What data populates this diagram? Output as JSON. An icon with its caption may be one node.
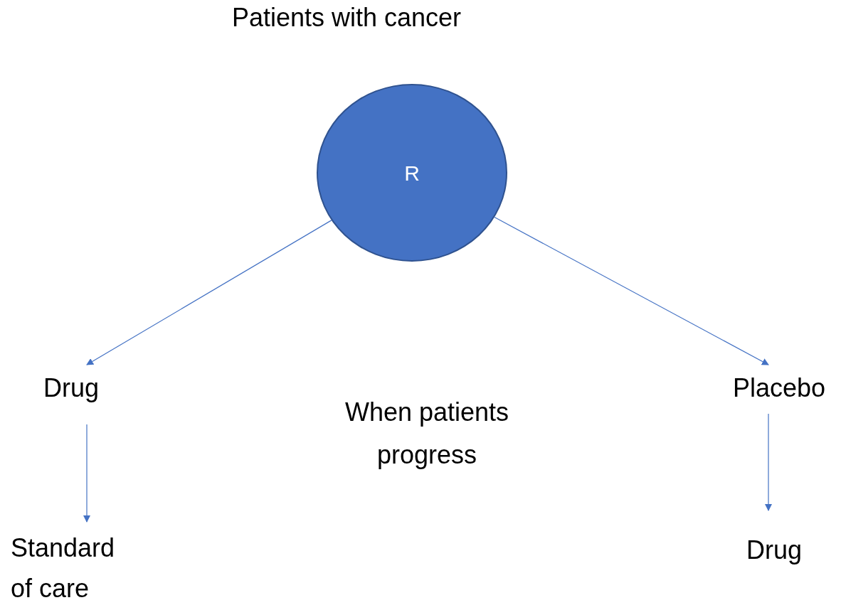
{
  "diagram": {
    "title": "Patients with cancer",
    "nodes": [
      {
        "text": [
          "R"
        ]
      },
      {
        "text": [
          "Drug"
        ]
      },
      {
        "text": [
          "Placebo"
        ]
      },
      {
        "text": [
          "Standard of care"
        ]
      },
      {
        "text": [
          "Drug"
        ]
      }
    ],
    "edges": [
      {
        "from": 0,
        "to": 1,
        "arrow": "to"
      },
      {
        "from": 0,
        "to": 2,
        "arrow": "to"
      },
      {
        "from": 1,
        "to": 3,
        "arrow": "to"
      },
      {
        "from": 2,
        "to": 4,
        "arrow": "to"
      }
    ],
    "labels": [
      "When patients progress"
    ]
  }
}
